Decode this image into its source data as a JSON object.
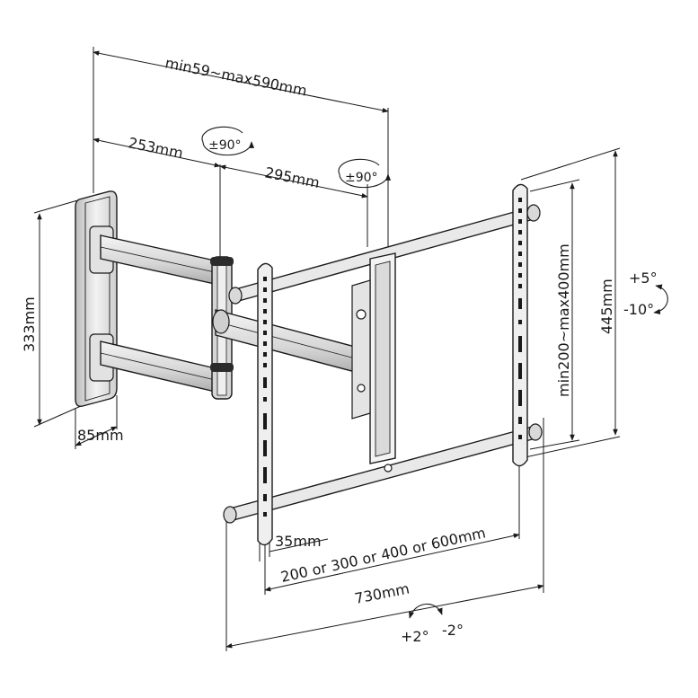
{
  "colors": {
    "ink": "#1a1a1a",
    "steel_light": "#e6e6e6",
    "steel_mid": "#bfbfbf",
    "steel_dark": "#2b2b2b",
    "background": "#ffffff"
  },
  "dimensions": {
    "reach_range": "min59~max590mm",
    "first_arm": "253mm",
    "second_arm": "295mm",
    "swivel_joint_1": "±90°",
    "swivel_joint_2": "±90°",
    "wall_plate_height": "333mm",
    "wall_plate_width": "85mm",
    "overall_height": "445mm",
    "vertical_vesa": "min200~max400mm",
    "tilt_up": "+5°",
    "tilt_down": "-10°",
    "rail_offset": "35mm",
    "horizontal_vesa": "200 or 300 or 400 or 600mm",
    "overall_width": "730mm",
    "level_plus": "+2°",
    "level_minus": "-2°"
  }
}
